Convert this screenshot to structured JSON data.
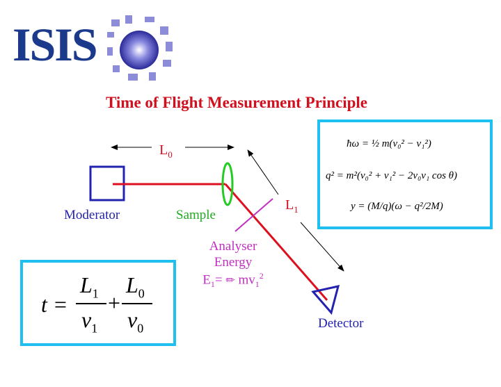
{
  "logo": {
    "text": "ISIS"
  },
  "title": "Time of Flight Measurement Principle",
  "labels": {
    "l0": "L",
    "l0_sub": "0",
    "l1": "L",
    "l1_sub": "1",
    "moderator": "Moderator",
    "sample": "Sample",
    "analyser_line1": "Analyser",
    "analyser_line2": "Energy",
    "e1_prefix": "E",
    "e1_sub": "1",
    "e1_eq": "=",
    "e1_rest": "mv",
    "e1_sub2": "1",
    "e1_sup": "2",
    "detector": "Detector"
  },
  "equations": {
    "eq1": "ħω = ½ m(v₀² − v₁²)",
    "eq2": "q² = m²(v₀² + v₁² − 2v₀v₁ cos θ)",
    "eq3": "y = (M/q)(ω − q²/2M)",
    "t_lhs": "t =",
    "t_num1": "L",
    "t_num1_sub": "1",
    "t_den1": "v",
    "t_den1_sub": "1",
    "t_plus": "+",
    "t_num2": "L",
    "t_num2_sub": "0",
    "t_den2": "v",
    "t_den2_sub": "0"
  },
  "colors": {
    "logo": "#1c3a8c",
    "title": "#d0101e",
    "moderator": "#2323b0",
    "sample": "#22aa22",
    "beam": "#dd1020",
    "analyser": "#c030c0",
    "box_border": "#1ec0f0"
  }
}
